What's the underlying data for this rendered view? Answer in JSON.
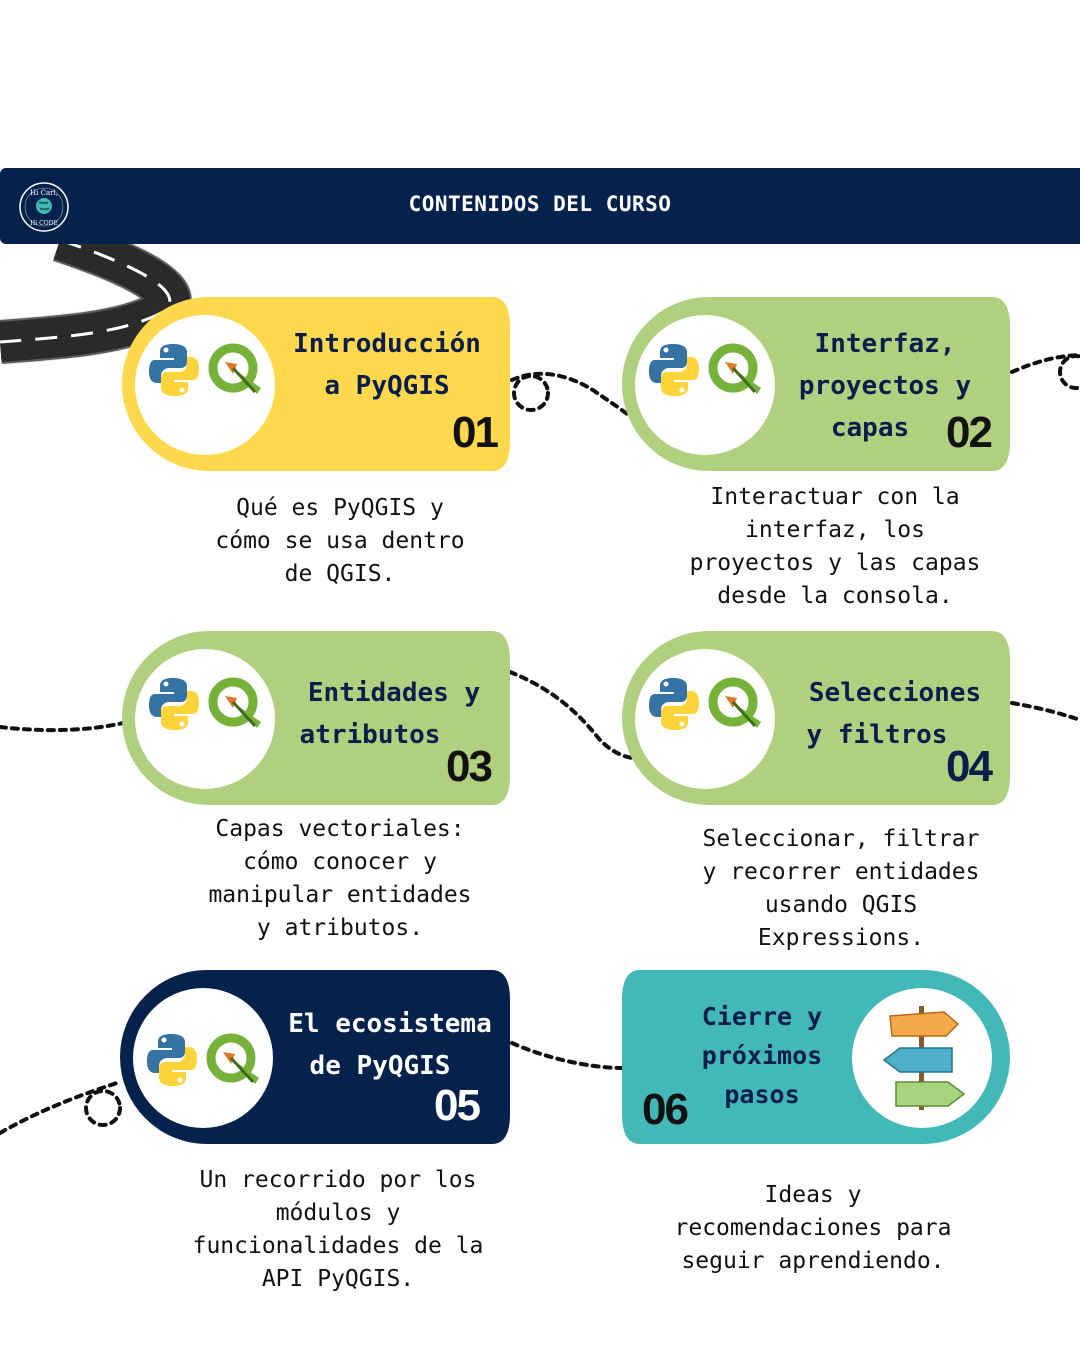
{
  "header": {
    "title": "CONTENIDOS DEL CURSO"
  },
  "logo": {
    "line1": "Hi Carl,",
    "line2": "Hi CODE"
  },
  "colors": {
    "navy": "#05224c",
    "yellow": "#ffd84d",
    "green": "#b0d080",
    "teal": "#43b8b8",
    "dark_text": "#0b1d4a"
  },
  "modules": [
    {
      "number": "01",
      "title_lines": [
        "Introducción",
        "a PyQGIS"
      ],
      "description_lines": [
        "Qué es PyQGIS y",
        "cómo se usa dentro",
        "de QGIS."
      ]
    },
    {
      "number": "02",
      "title_lines": [
        "Interfaz,",
        "proyectos y",
        "capas"
      ],
      "description_lines": [
        "Interactuar con la",
        "interfaz, los",
        "proyectos y las capas",
        "desde la consola."
      ]
    },
    {
      "number": "03",
      "title_lines": [
        "Entidades y",
        "atributos"
      ],
      "description_lines": [
        "Capas vectoriales:",
        "cómo conocer y",
        "manipular entidades",
        "y atributos."
      ]
    },
    {
      "number": "04",
      "title_lines": [
        "Selecciones",
        "y filtros"
      ],
      "description_lines": [
        "Seleccionar, filtrar",
        "y recorrer entidades",
        "usando QGIS",
        "Expressions."
      ]
    },
    {
      "number": "05",
      "title_lines": [
        "El ecosistema",
        "de PyQGIS"
      ],
      "description_lines": [
        "Un recorrido por los",
        "módulos y",
        "funcionalidades de la",
        "API PyQGIS."
      ]
    },
    {
      "number": "06",
      "title_lines": [
        "Cierre y",
        "próximos",
        "pasos"
      ],
      "description_lines": [
        "Ideas y",
        "recomendaciones para",
        "seguir aprendiendo."
      ]
    }
  ]
}
